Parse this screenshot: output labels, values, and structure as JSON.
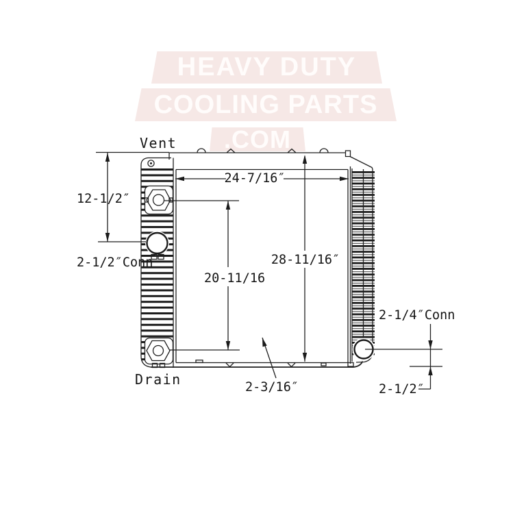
{
  "watermark": {
    "line1": "HEAVY DUTY",
    "line2": "COOLING PARTS",
    "line3": ".COM",
    "band_color": "#f6e8e6",
    "text_color": "#fffcfb"
  },
  "diagram": {
    "line_color": "#1f1f1f",
    "labels": {
      "vent": "Vent",
      "drain": "Drain",
      "conn_left": "2-1/2″Conn",
      "conn_right": "2-1/4″Conn"
    },
    "dimensions": {
      "core_width": "24-7/16″",
      "upper_height": "12-1/2″",
      "mid_height": "20-11/16",
      "total_height": "28-11/16″",
      "bottom_depth": "2-3/16″",
      "outlet_offset": "2-1/2″"
    }
  }
}
